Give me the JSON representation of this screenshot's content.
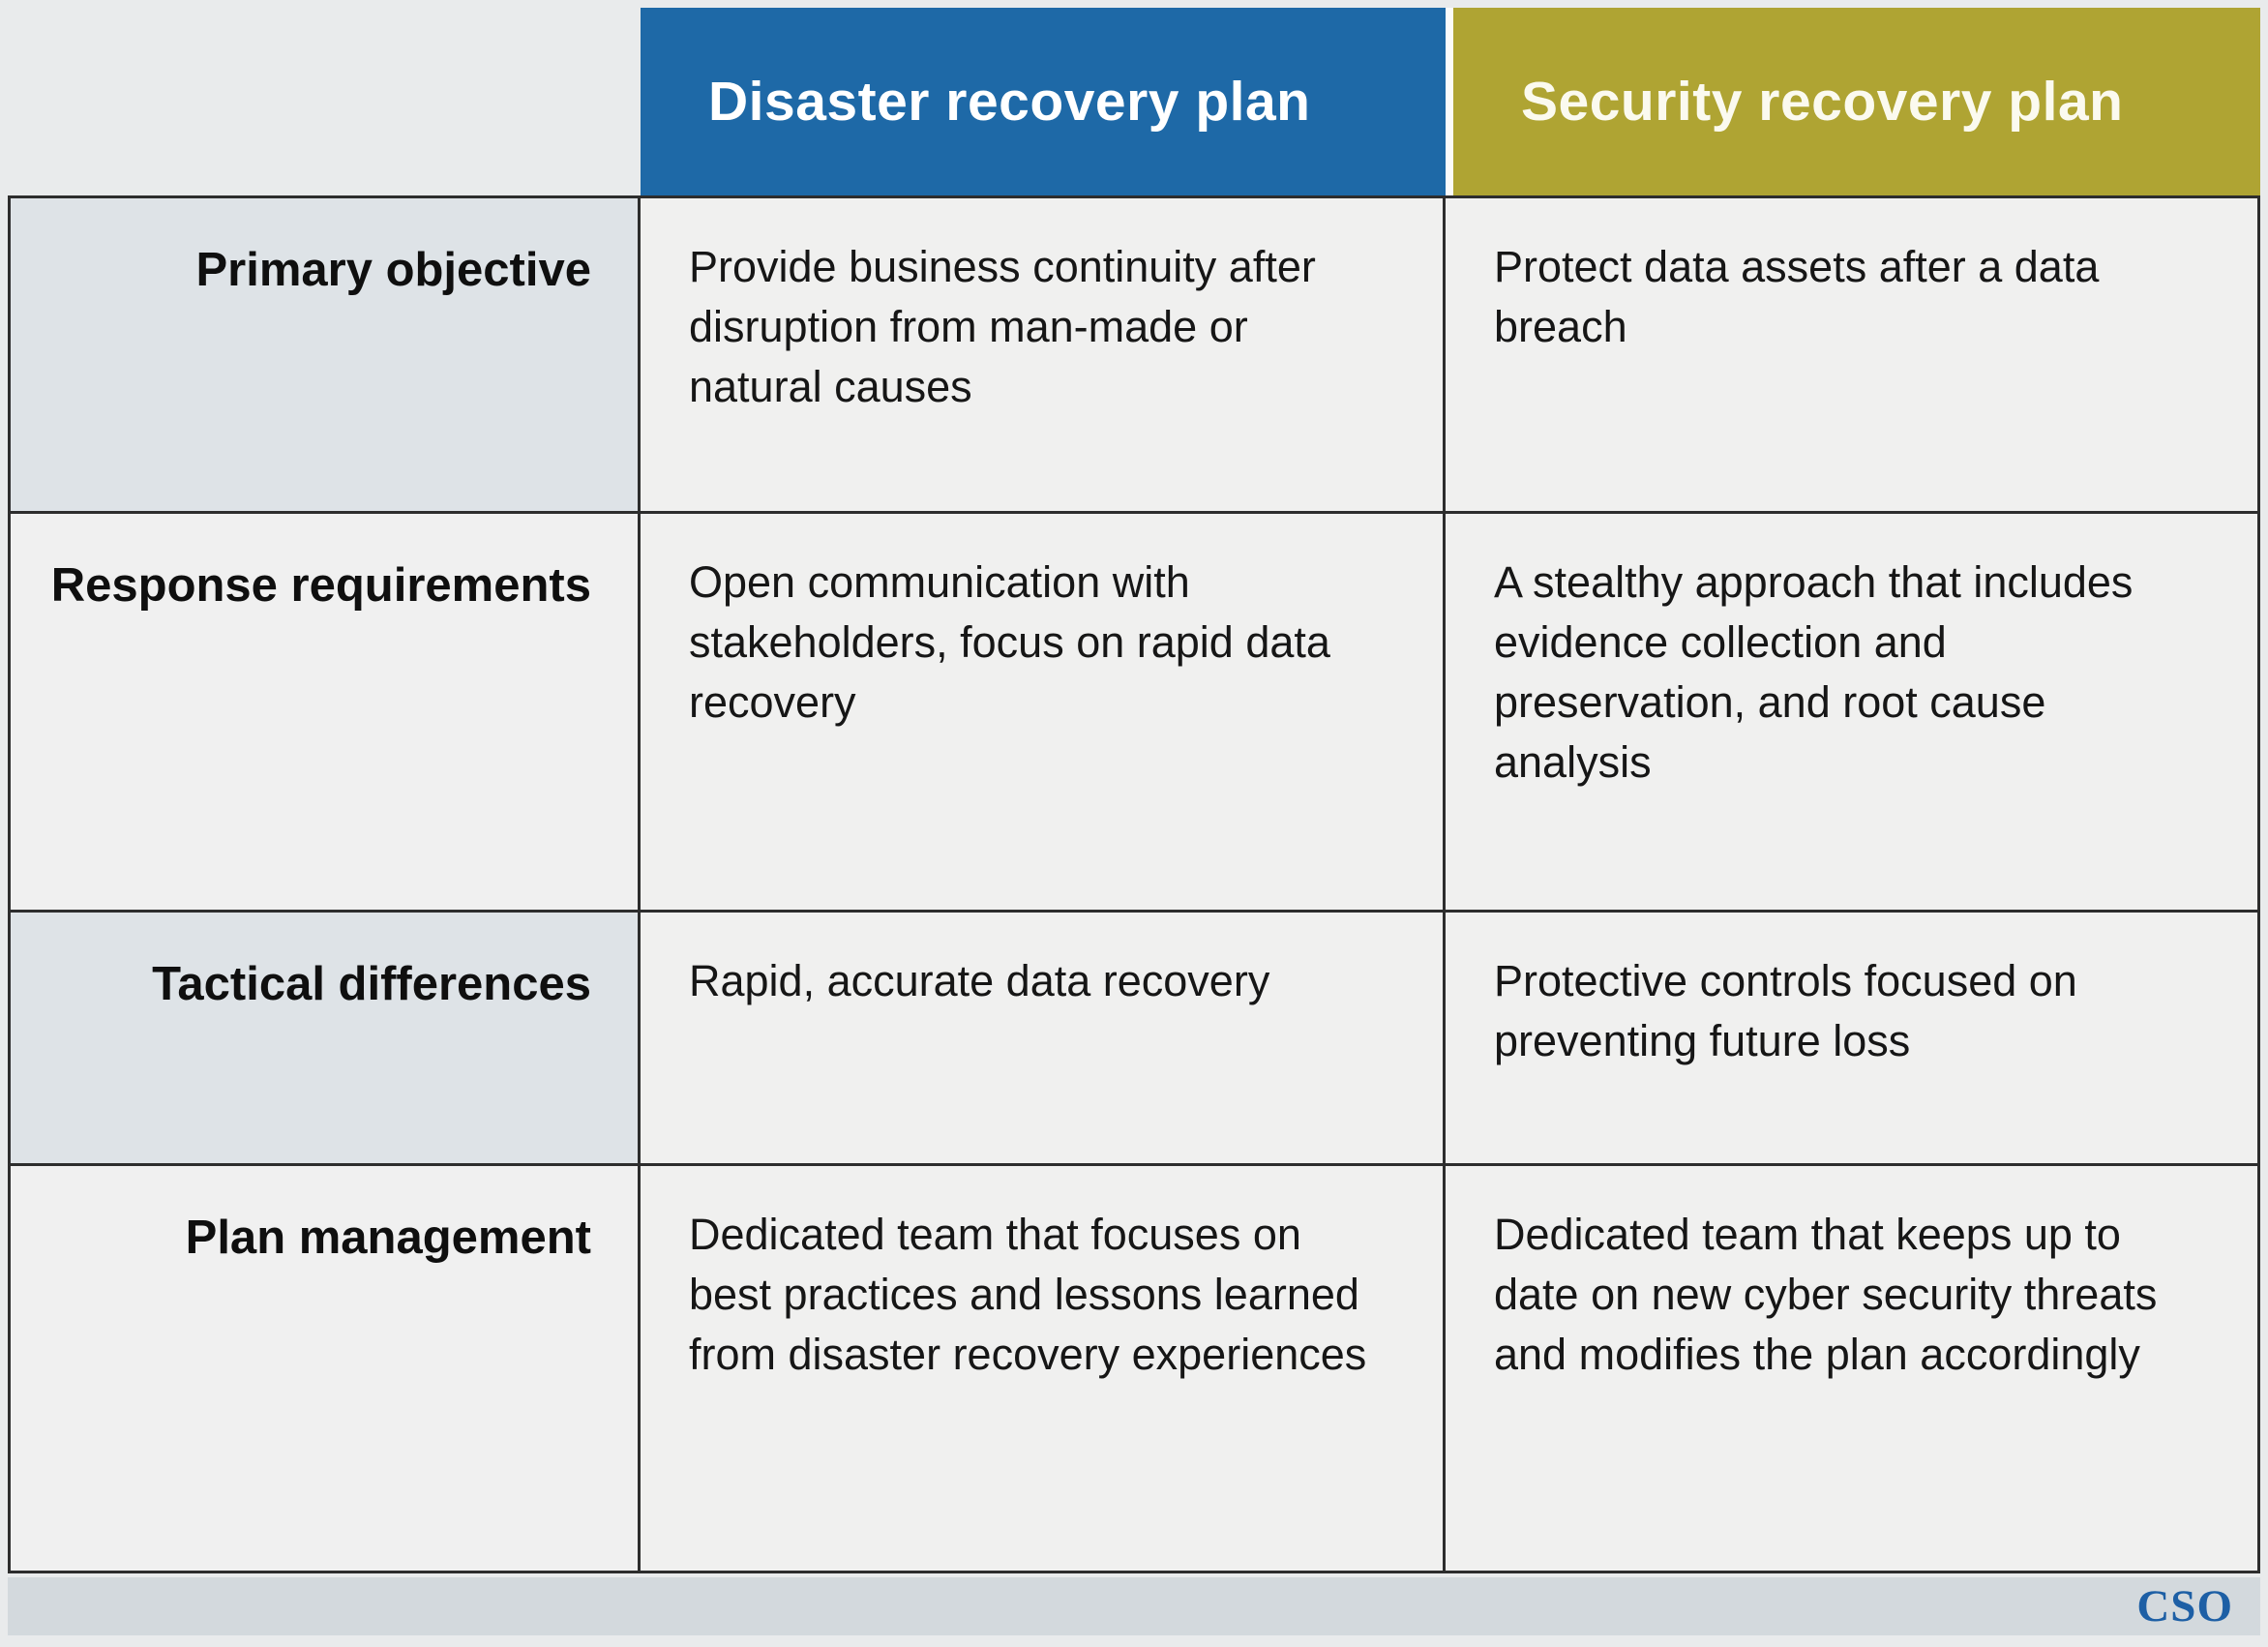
{
  "chart_data": {
    "type": "table",
    "columns": [
      "",
      "Disaster recovery plan",
      "Security recovery plan"
    ],
    "rows": [
      {
        "label": "Primary objective",
        "disaster": "Provide business continuity after disruption from man-made or natural causes",
        "security": "Protect data assets after a data breach"
      },
      {
        "label": "Response requirements",
        "disaster": "Open communication with stakeholders, focus on rapid data recovery",
        "security": "A stealthy approach that includes evidence collection and preservation, and root cause analysis"
      },
      {
        "label": "Tactical differences",
        "disaster": "Rapid, accurate data recovery",
        "security": "Protective controls focused on preventing future loss"
      },
      {
        "label": "Plan management",
        "disaster": "Dedicated team that focuses on best practices and lessons learned from disaster recovery experiences",
        "security": "Dedicated team that keeps up to date on new cyber security threats and modifies the plan accordingly"
      }
    ]
  },
  "footer": {
    "brand": "CSO"
  },
  "colors": {
    "disaster_header_bg": "#1e69a7",
    "security_header_bg": "#afa433",
    "brand_blue": "#1d5fa5"
  }
}
